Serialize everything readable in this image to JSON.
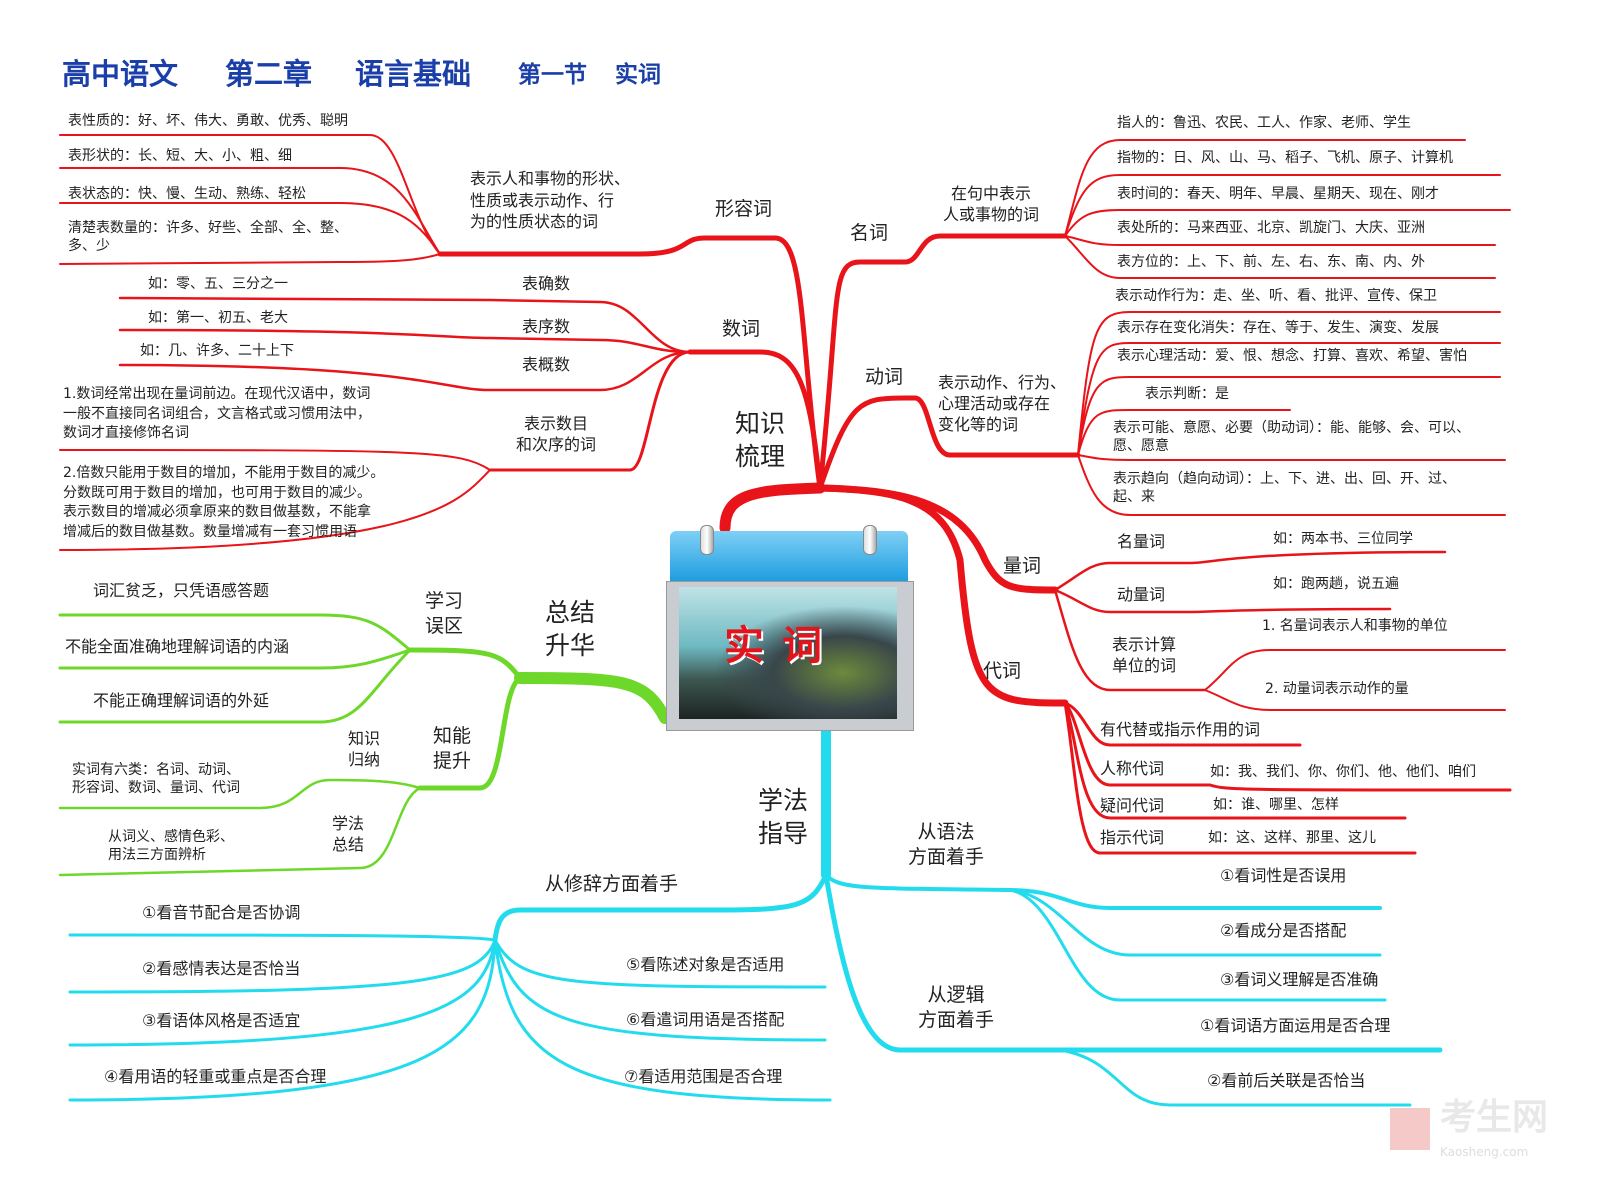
{
  "title": {
    "subject": "高中语文",
    "chapter": "第二章",
    "topic": "语言基础",
    "section": "第一节",
    "keyword": "实词"
  },
  "center": {
    "label": "实词"
  },
  "watermark": {
    "brand": "考生网",
    "url": "Kaosheng.com"
  },
  "colors": {
    "knowledge": "#e8141a",
    "summary": "#6dd82a",
    "method": "#22dcee",
    "title": "#1b3fa8"
  },
  "knowledge": {
    "label_1": "知识",
    "label_2": "梳理",
    "adjective": {
      "label": "形容词",
      "desc": [
        "表示人和事物的形状、",
        "性质或表示动作、行",
        "为的性质状态的词"
      ],
      "items": [
        "表性质的：好、坏、伟大、勇敢、优秀、聪明",
        "表形状的：长、短、大、小、粗、细",
        "表状态的：快、慢、生动、熟练、轻松",
        "清楚表数量的：许多、好些、全部、全、整、",
        "多、少"
      ]
    },
    "numeral": {
      "label": "数词",
      "children": [
        "表确数",
        "表序数",
        "表概数"
      ],
      "examples": [
        "如：零、五、三分之一",
        "如：第一、初五、老大",
        "如：几、许多、二十上下"
      ],
      "desc": [
        "表示数目",
        "和次序的词"
      ],
      "note1": [
        "1.数词经常出现在量词前边。在现代汉语中，数词",
        "一般不直接同名词组合，文言格式或习惯用法中，",
        "数词才直接修饰名词"
      ],
      "note2": [
        "2.倍数只能用于数目的增加，不能用于数目的减少。",
        "分数既可用于数目的增加，也可用于数目的减少。",
        "表示数目的增减必须拿原来的数目做基数，不能拿",
        "增减后的数目做基数。数量增减有一套习惯用语"
      ]
    },
    "noun": {
      "label": "名词",
      "desc": [
        "在句中表示",
        "人或事物的词"
      ],
      "items": [
        "指人的：鲁迅、农民、工人、作家、老师、学生",
        "指物的：日、风、山、马、稻子、飞机、原子、计算机",
        "表时间的：春天、明年、早晨、星期天、现在、刚才",
        "表处所的：马来西亚、北京、凯旋门、大庆、亚洲",
        "表方位的：上、下、前、左、右、东、南、内、外"
      ]
    },
    "verb": {
      "label": "动词",
      "desc": [
        "表示动作、行为、",
        "心理活动或存在",
        "变化等的词"
      ],
      "items": [
        "表示动作行为：走、坐、听、看、批评、宣传、保卫",
        "表示存在变化消失：存在、等于、发生、演变、发展",
        "表示心理活动：爱、恨、想念、打算、喜欢、希望、害怕",
        "表示判断：是",
        "表示可能、意愿、必要（助动词）：能、能够、会、可以、",
        "愿、愿意",
        "表示趋向（趋向动词）：上、下、进、出、回、开、过、",
        "起、来"
      ]
    },
    "classifier": {
      "label": "量词",
      "children": [
        "名量词",
        "动量词"
      ],
      "examples": [
        "如：两本书、三位同学",
        "如：跑两趟，说五遍"
      ],
      "desc": [
        "表示计算",
        "单位的词"
      ],
      "notes": [
        "1.  名量词表示人和事物的单位",
        "2.  动量词表示动作的量"
      ]
    },
    "pronoun": {
      "label": "代词",
      "desc": "有代替或指示作用的词",
      "types": [
        "人称代词",
        "疑问代词",
        "指示代词"
      ],
      "examples": [
        "如：我、我们、你、你们、他、他们、咱们",
        "如：谁、哪里、怎样",
        "如：这、这样、那里、这儿"
      ]
    }
  },
  "summary": {
    "label_1": "总结",
    "label_2": "升华",
    "mistakes": {
      "label": [
        "学习",
        "误区"
      ],
      "items": [
        "词汇贫乏，只凭语感答题",
        "不能全面准确地理解词语的内涵",
        "不能正确理解词语的外延"
      ]
    },
    "improve": {
      "label": [
        "知能",
        "提升"
      ],
      "knowledge": {
        "label": [
          "知识",
          "归纳"
        ],
        "text": [
          "实词有六类：名词、动词、",
          "形容词、数词、量词、代词"
        ]
      },
      "method": {
        "label": [
          "学法",
          "总结"
        ],
        "text": [
          "从词义、感情色彩、",
          "用法三方面辨析"
        ]
      }
    }
  },
  "method": {
    "label_1": "学法",
    "label_2": "指导",
    "rhetoric": {
      "label": "从修辞方面着手",
      "left": [
        "①看音节配合是否协调",
        "②看感情表达是否恰当",
        "③看语体风格是否适宜",
        "④看用语的轻重或重点是否合理"
      ],
      "right": [
        "⑤看陈述对象是否适用",
        "⑥看遣词用语是否搭配",
        "⑦看适用范围是否合理"
      ]
    },
    "grammar": {
      "label": [
        "从语法",
        "方面着手"
      ],
      "items": [
        "①看词性是否误用",
        "②看成分是否搭配",
        "③看词义理解是否准确"
      ]
    },
    "logic": {
      "label": [
        "从逻辑",
        "方面着手"
      ],
      "items": [
        "①看词语方面运用是否合理",
        "②看前后关联是否恰当"
      ]
    }
  }
}
